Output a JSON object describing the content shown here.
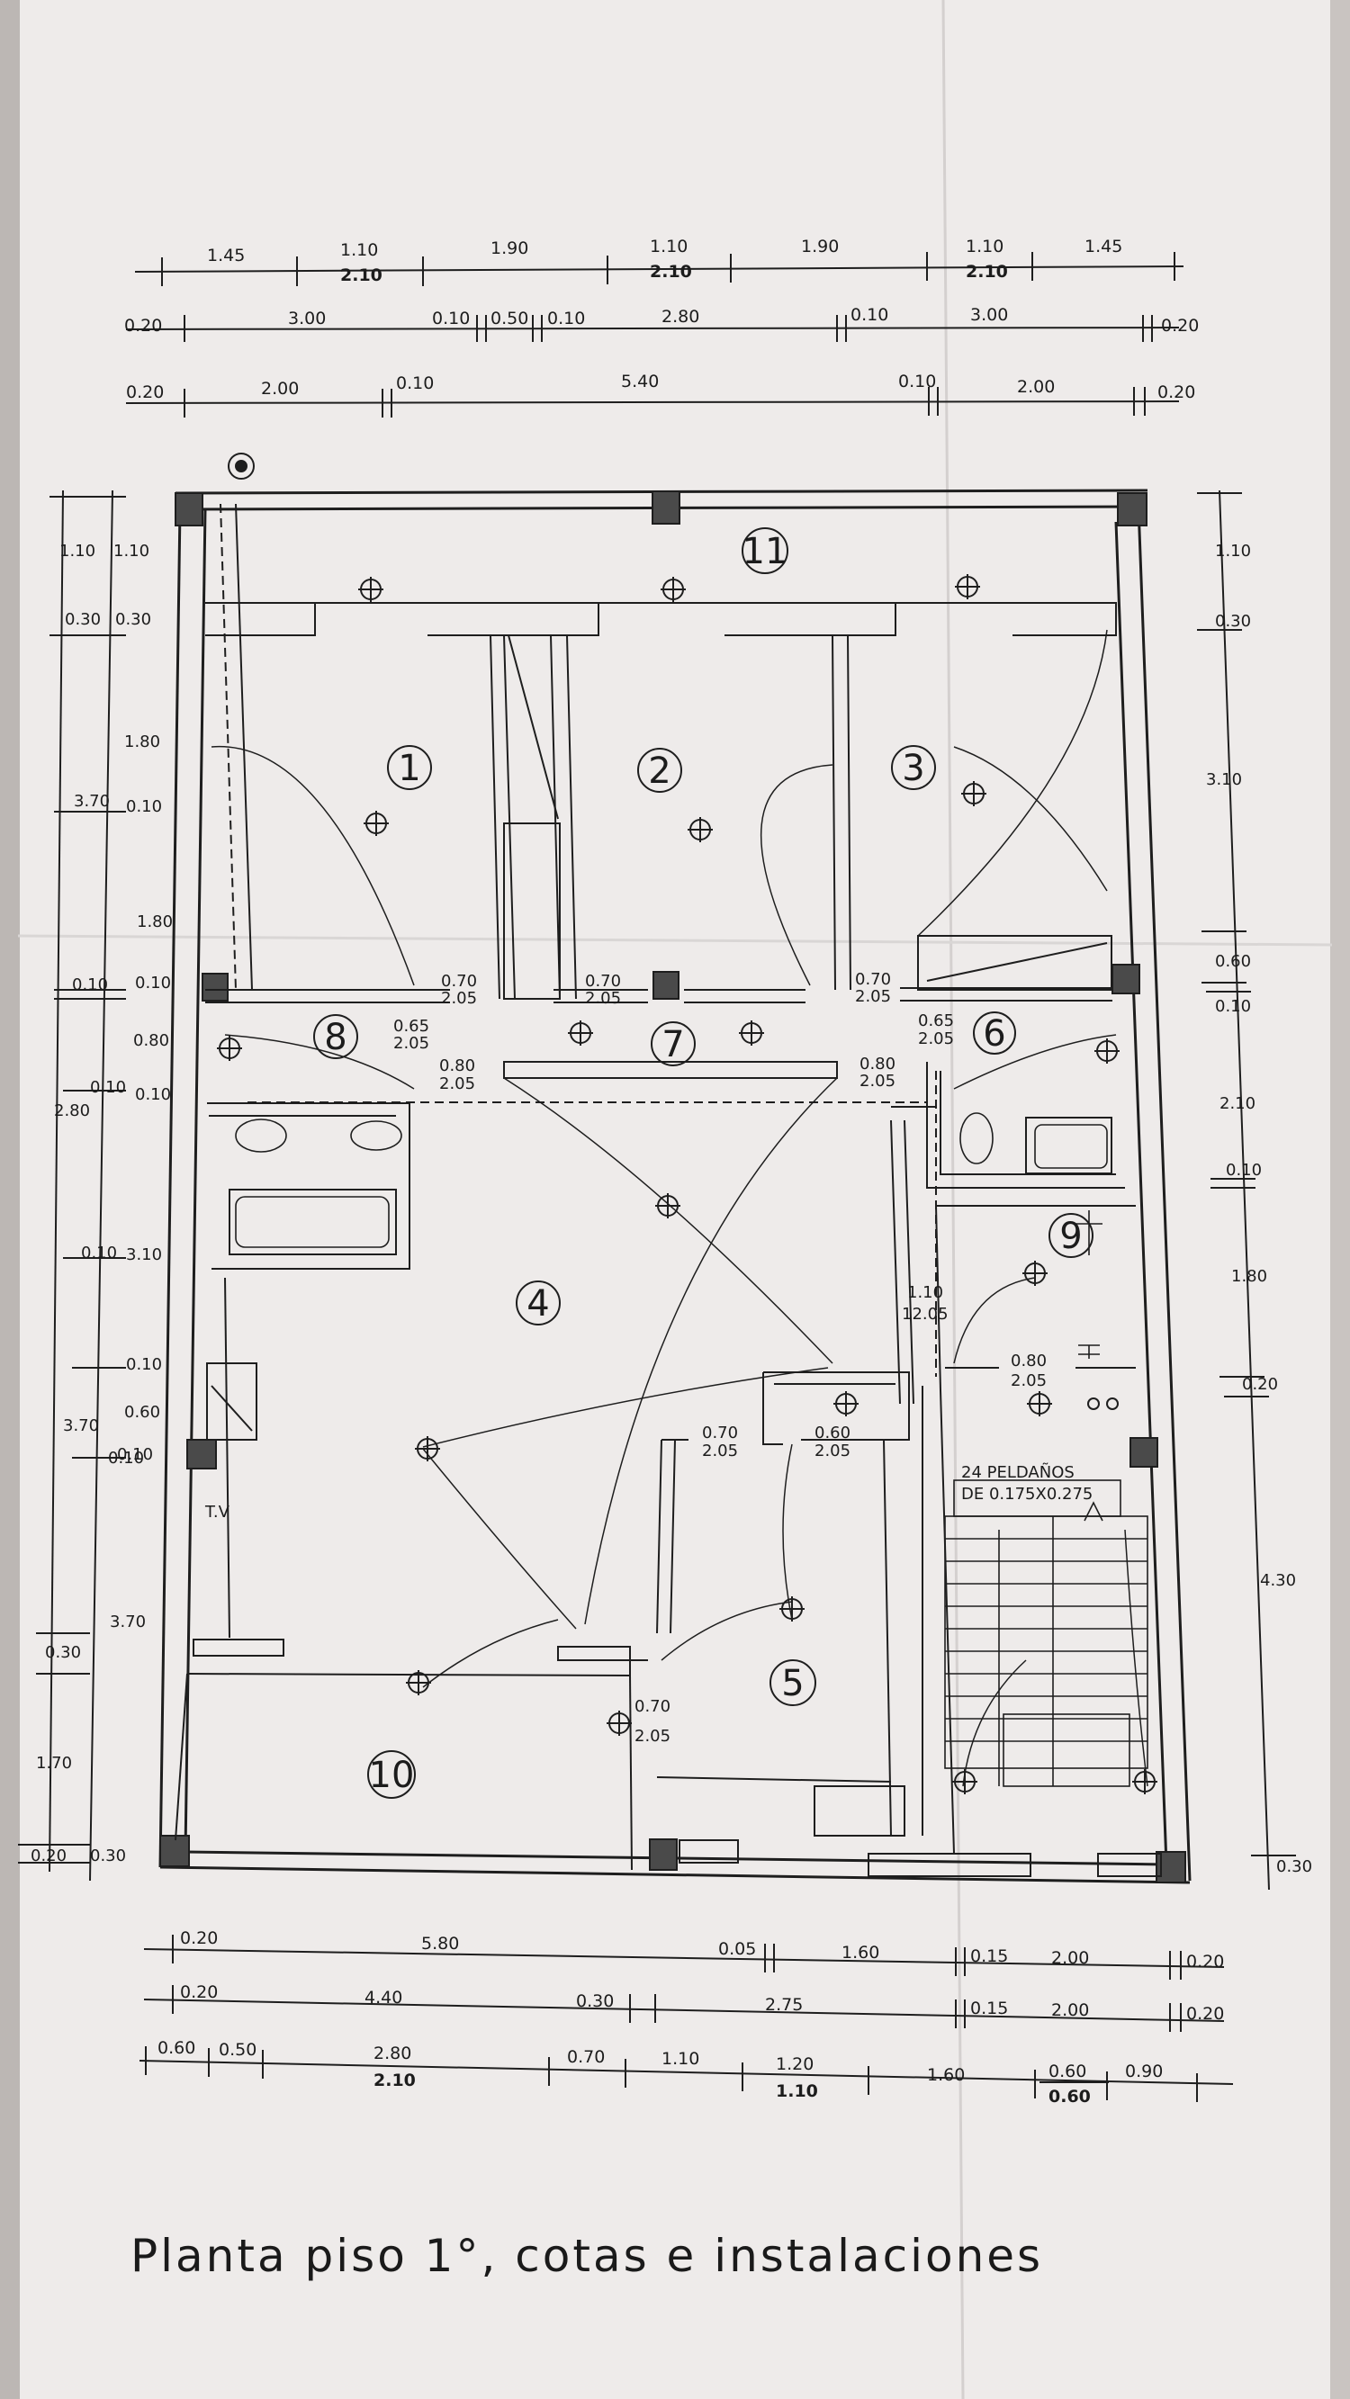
{
  "title": "Planta  piso 1°, cotas e instalaciones",
  "rooms": [
    "1",
    "2",
    "3",
    "4",
    "5",
    "6",
    "7",
    "8",
    "9",
    "10",
    "11"
  ],
  "stair": {
    "line1": "24 PELDAÑOS",
    "line2": "DE 0.175X0.275"
  },
  "tv_label": "T.V",
  "dims_top": {
    "row1": [
      "1.45",
      "1.10",
      "2.10",
      "1.90",
      "1.10",
      "2.10",
      "1.90",
      "1.10",
      "2.10",
      "1.45"
    ],
    "row2": [
      "0.20",
      "3.00",
      "0.10",
      "0.50",
      "0.10",
      "2.80",
      "0.10",
      "3.00",
      "0.20"
    ],
    "row3": [
      "0.20",
      "2.00",
      "0.10",
      "5.40",
      "0.10",
      "2.00",
      "0.20"
    ]
  },
  "dims_bottom": {
    "row1": [
      "0.20",
      "5.80",
      "0.05",
      "1.60",
      "0.15",
      "2.00",
      "0.20"
    ],
    "row2": [
      "0.20",
      "4.40",
      "0.30",
      "2.75",
      "0.15",
      "2.00",
      "0.20"
    ],
    "row3": [
      "0.60",
      "0.50",
      "2.80",
      "2.10",
      "0.70",
      "1.10",
      "1.20",
      "1.10",
      "1.60",
      "0.60",
      "0.60",
      "0.90"
    ]
  },
  "dims_left_outer": [
    "1.10",
    "0.30",
    "3.70",
    "0.10",
    "0.10",
    "2.80",
    "0.10",
    "3.70",
    "0.10",
    "3.70",
    "0.30",
    "1.70",
    "0.20"
  ],
  "dims_left_inner": [
    "1.10",
    "0.30",
    "1.80",
    "0.10",
    "1.80",
    "0.10",
    "0.80",
    "0.10",
    "3.10",
    "0.10",
    "0.60",
    "0.10",
    "0.30"
  ],
  "dims_right": [
    "1.10",
    "0.30",
    "3.10",
    "0.60",
    "0.10",
    "2.10",
    "0.10",
    "1.80",
    "0.20",
    "4.30",
    "0.30"
  ],
  "openings": {
    "d1": [
      "0.70",
      "2.05"
    ],
    "d2": [
      "0.70",
      "2.05"
    ],
    "d3": [
      "0.70",
      "2.05"
    ],
    "d8": [
      "0.65",
      "2.05"
    ],
    "d6": [
      "0.65",
      "2.05"
    ],
    "d7a": [
      "0.80",
      "2.05"
    ],
    "d7b": [
      "0.80",
      "2.05"
    ],
    "d9a": [
      "1.10",
      "12.05"
    ],
    "d9b": [
      "0.80",
      "2.05"
    ],
    "d5a": [
      "0.70",
      "2.05"
    ],
    "d5b": [
      "0.60",
      "2.05"
    ],
    "d10": [
      "0.70",
      "2.05"
    ]
  }
}
